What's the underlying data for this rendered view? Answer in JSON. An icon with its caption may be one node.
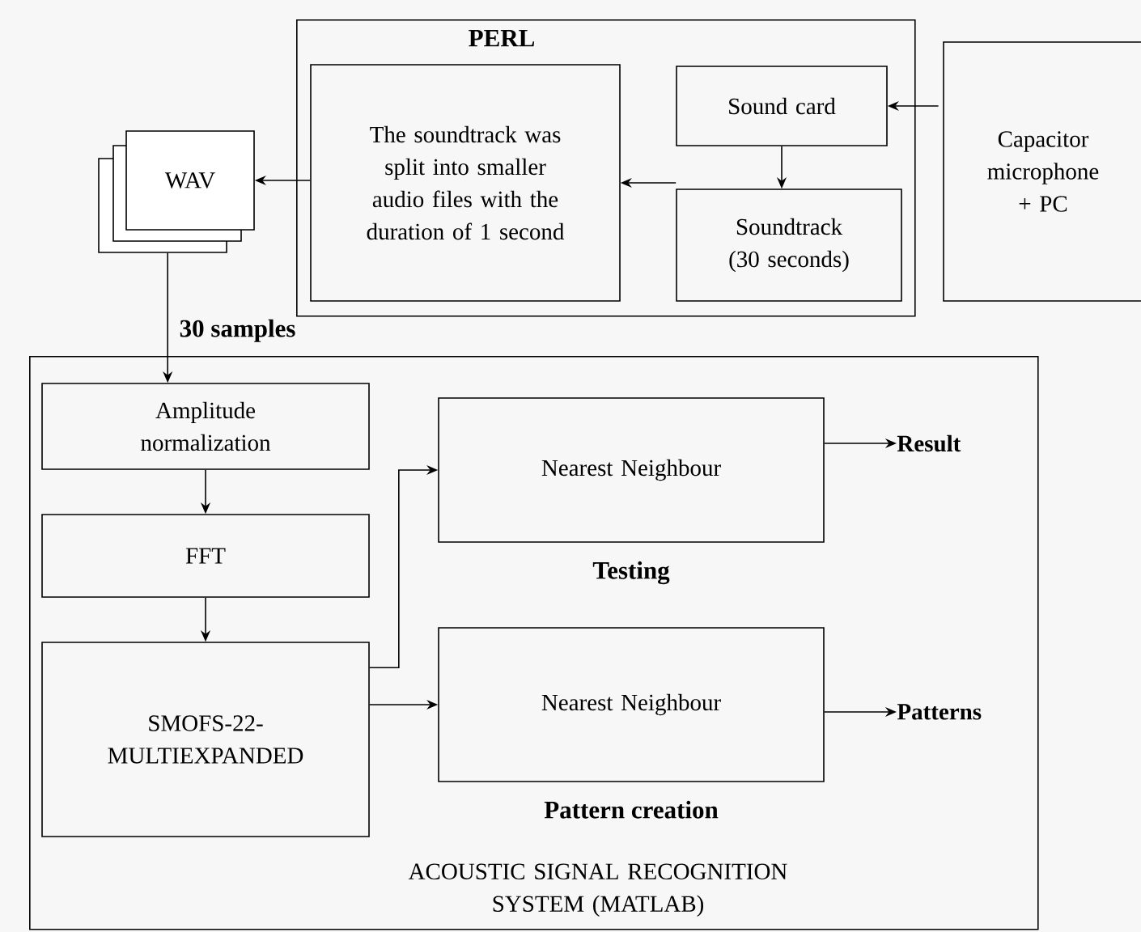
{
  "diagram": {
    "nodes": [
      {
        "text": [
          "PERL"
        ]
      },
      {
        "text": [
          "The soundtrack was split into smaller audio files with the duration of 1 second"
        ],
        "in": 0
      },
      {
        "text": [
          "Sound card"
        ],
        "in": 0
      },
      {
        "text": [
          "Soundtrack (30 seconds)"
        ],
        "in": 0
      },
      {
        "text": [
          "Capacitor microphone + PC"
        ]
      },
      {
        "text": [
          "WAV"
        ]
      },
      {
        "text": [
          "ACOUSTIC SIGNAL RECOGNITION SYSTEM (MATLAB)"
        ]
      },
      {
        "text": [
          "Amplitude normalization"
        ],
        "in": 6
      },
      {
        "text": [
          "FFT"
        ],
        "in": 6
      },
      {
        "text": [
          "SMOFS-22-MULTIEXPANDED"
        ],
        "in": 6
      },
      {
        "text": [
          "Nearest Neighbour"
        ],
        "in": 6,
        "beside": [
          "Testing"
        ]
      },
      {
        "text": [
          "Nearest Neighbour"
        ],
        "in": 6,
        "beside": [
          "Pattern creation"
        ]
      },
      {
        "text": [
          "Result"
        ],
        "in": 6
      },
      {
        "text": [
          "Patterns"
        ],
        "in": 6
      }
    ],
    "edges": [
      {
        "from": 4,
        "to": 2,
        "arrow": "to"
      },
      {
        "from": 2,
        "to": 3,
        "arrow": "to"
      },
      {
        "from": 3,
        "to": 1,
        "arrow": "to"
      },
      {
        "from": 1,
        "to": 5,
        "arrow": "to"
      },
      {
        "from": 5,
        "to": 7,
        "arrow": "to",
        "label": "30 samples"
      },
      {
        "from": 7,
        "to": 8,
        "arrow": "to"
      },
      {
        "from": 8,
        "to": 9,
        "arrow": "to"
      },
      {
        "from": 9,
        "to": 10,
        "arrow": "to"
      },
      {
        "from": 9,
        "to": 11,
        "arrow": "to"
      },
      {
        "from": 10,
        "to": 12,
        "arrow": "to"
      },
      {
        "from": 11,
        "to": 13,
        "arrow": "to"
      }
    ]
  }
}
